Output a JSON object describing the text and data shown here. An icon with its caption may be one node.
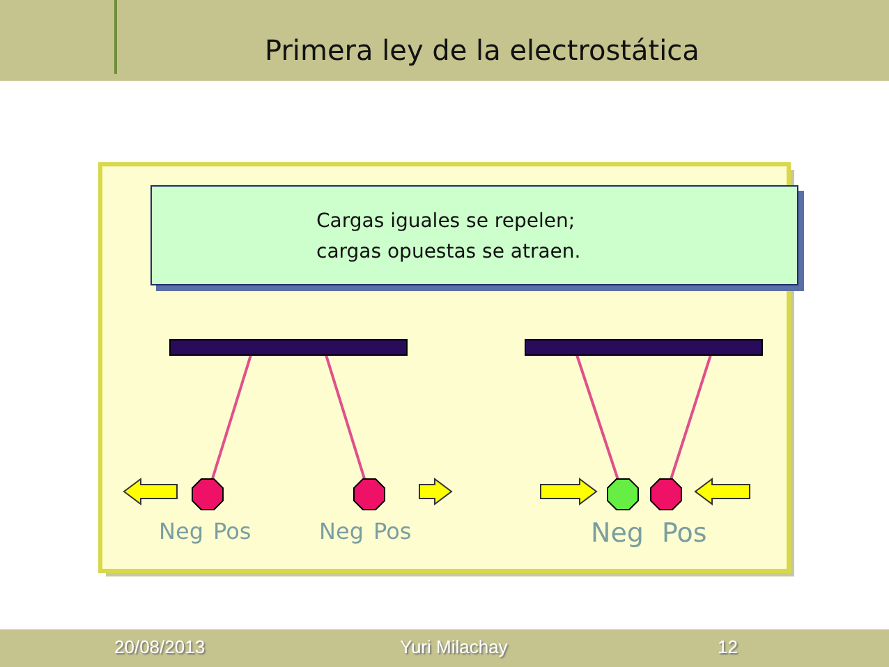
{
  "diagram": {
    "title": "Primera ley de la electrostática",
    "nodes": [
      {
        "text": [
          "Cargas iguales se repelen; cargas opuestas se atraen."
        ]
      },
      {
        "text": [],
        "shape": "bar"
      },
      {
        "text": [],
        "shape": "octagon"
      },
      {
        "text": [],
        "shape": "octagon"
      },
      {
        "text": [],
        "shape": "bar"
      },
      {
        "text": [],
        "shape": "octagon"
      },
      {
        "text": [],
        "shape": "octagon"
      }
    ],
    "edges": [
      {
        "from": 1,
        "to": 2,
        "arrow": "none"
      },
      {
        "from": 1,
        "to": 3,
        "arrow": "none"
      },
      {
        "from": 4,
        "to": 5,
        "arrow": "none"
      },
      {
        "from": 4,
        "to": 6,
        "arrow": "none"
      }
    ],
    "labels": [
      "Neg",
      "Pos",
      "Neg",
      "Pos",
      "Neg",
      "Pos",
      "20/08/2013",
      "Yuri Milachay",
      "12"
    ]
  }
}
